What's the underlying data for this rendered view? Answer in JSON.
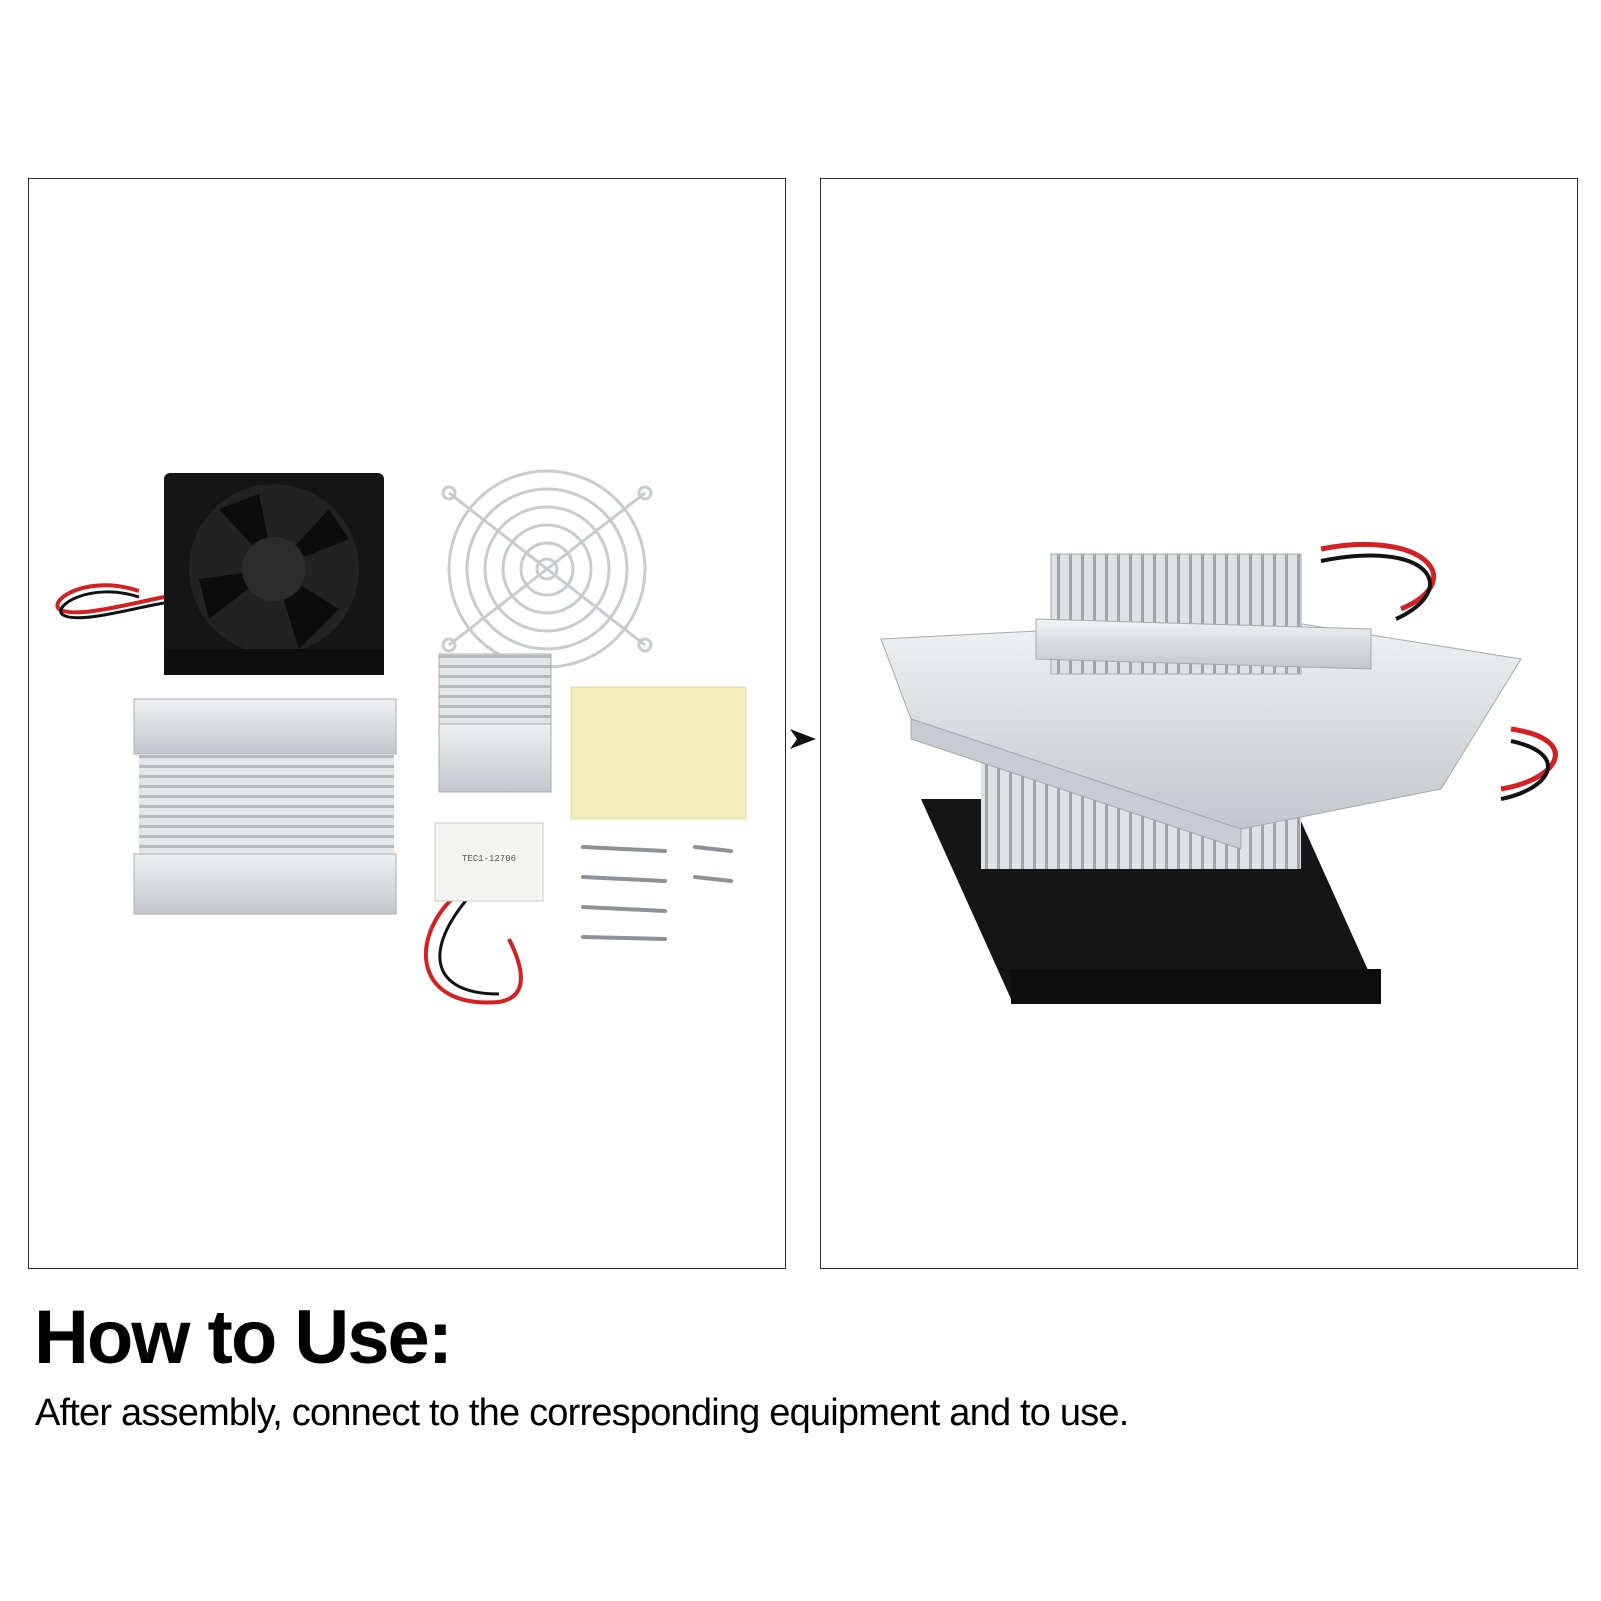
{
  "arrow_icon": "triangle-right-arrow-icon",
  "left_panel": {
    "items": [
      "fan",
      "fan-guard",
      "large-heatsink",
      "small-heatsink",
      "thermal-pad",
      "peltier-module",
      "screws"
    ],
    "peltier_label": "TEC1-12706"
  },
  "right_panel": {
    "items": [
      "assembled-cooler"
    ]
  },
  "howto": {
    "title": "How to Use:",
    "description": "After assembly, connect to the corresponding equipment and to use."
  },
  "colors": {
    "frame_border": "#2a2a2a",
    "aluminum": "#d6d9dc",
    "fan_black": "#151515",
    "wire_red": "#d42020",
    "pad_yellow": "#f3ecbf"
  }
}
